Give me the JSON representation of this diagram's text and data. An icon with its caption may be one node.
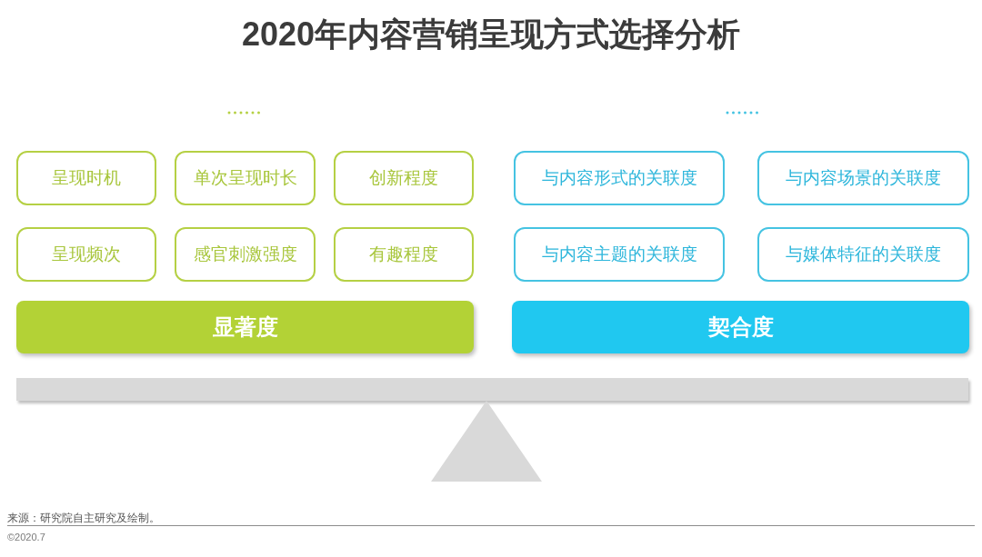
{
  "diagram": {
    "title": "2020年内容营销呈现方式选择分析",
    "nodes": [
      {
        "text": [
          "呈现时机"
        ]
      },
      {
        "text": [
          "单次呈现时长"
        ]
      },
      {
        "text": [
          "创新程度"
        ]
      },
      {
        "text": [
          "呈现频次"
        ]
      },
      {
        "text": [
          "感官刺激强度"
        ]
      },
      {
        "text": [
          "有趣程度"
        ]
      },
      {
        "text": [
          "显著度"
        ]
      },
      {
        "text": [
          "与内容形式的关联度"
        ]
      },
      {
        "text": [
          "与内容场景的关联度"
        ]
      },
      {
        "text": [
          "与内容主题的关联度"
        ]
      },
      {
        "text": [
          "与媒体特征的关联度"
        ]
      },
      {
        "text": [
          "契合度"
        ]
      }
    ],
    "labels": [
      "来源：研究院自主研究及绘制。",
      "©2020.7"
    ]
  }
}
